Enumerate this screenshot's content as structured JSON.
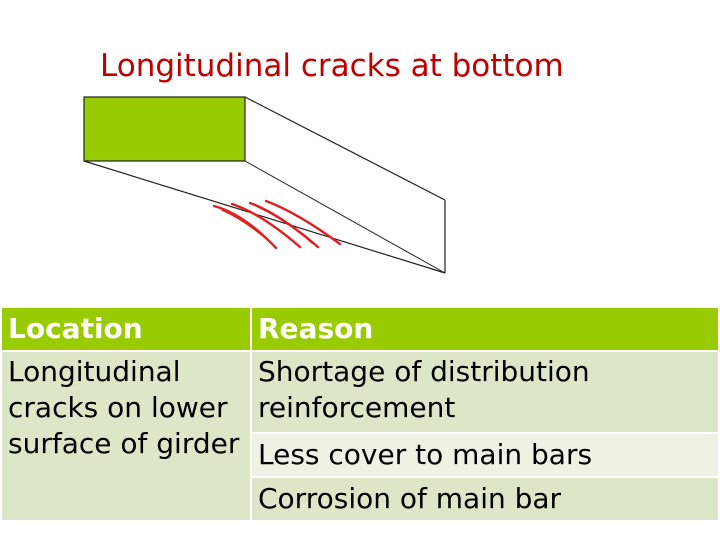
{
  "title": "Longitudinal cracks at bottom",
  "colors": {
    "title": "#c00000",
    "beam_face": "#99cc00",
    "crack": "#e02020",
    "header_bg": "#99cc00",
    "row_bg": "#dbe7c7",
    "row_alt_bg": "#edf3e4"
  },
  "table": {
    "headers": {
      "location": "Location",
      "reason": "Reason"
    },
    "location_text": "Longitudinal cracks on lower surface of girder",
    "reasons": [
      "Shortage of distribution reinforcement",
      "Less cover to main bars",
      "Corrosion of main bar"
    ]
  }
}
